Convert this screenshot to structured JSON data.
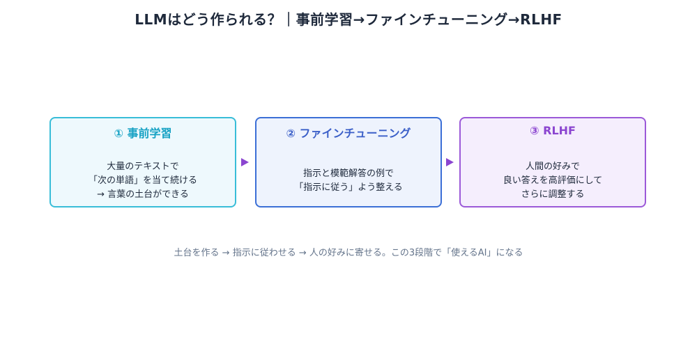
{
  "title": "LLMはどう作られる？｜事前学習→ファインチューニング→RLHF",
  "steps": [
    {
      "heading": "① 事前学習",
      "lines": [
        "大量のテキストで",
        "「次の単語」を当て続ける",
        "→ 言葉の土台ができる"
      ]
    },
    {
      "heading": "② ファインチューニング",
      "lines": [
        "指示と模範解答の例で",
        "「指示に従う」よう整える"
      ]
    },
    {
      "heading": "③ RLHF",
      "lines": [
        "人間の好みで",
        "良い答えを高評価にして",
        "さらに調整する"
      ]
    }
  ],
  "footer": "土台を作る → 指示に従わせる → 人の好みに寄せる。この3段階で「使えるAI」になる",
  "colors": {
    "step1": "#38bdd8",
    "step2": "#3b6fd6",
    "step3": "#9b59d8",
    "arrow": "#8b45d0"
  }
}
